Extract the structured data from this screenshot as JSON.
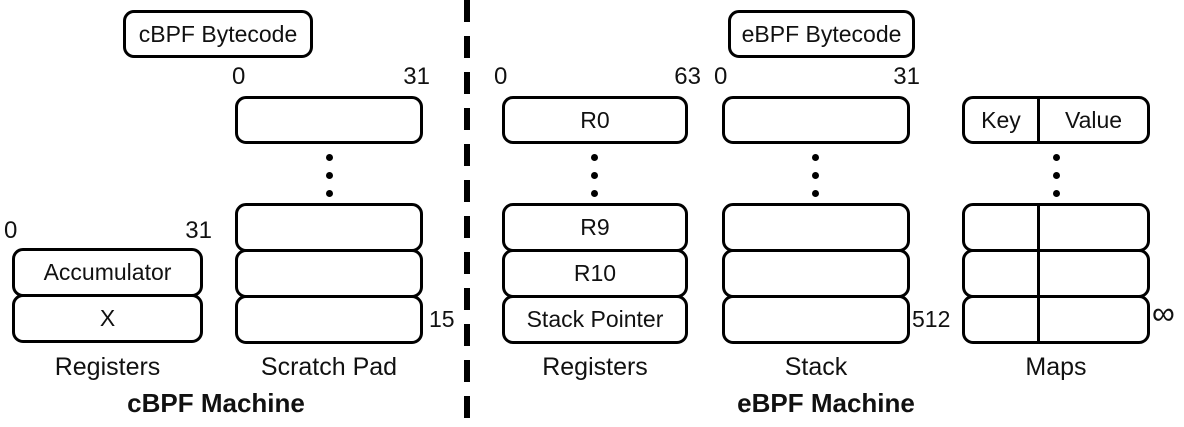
{
  "cbpf": {
    "bytecode_label": "cBPF Bytecode",
    "machine_label": "cBPF Machine",
    "registers": {
      "bit_start": "0",
      "bit_end": "31",
      "rows": [
        "Accumulator",
        "X"
      ],
      "label": "Registers"
    },
    "scratch_pad": {
      "bit_start": "0",
      "bit_end": "31",
      "last_index": "15",
      "label": "Scratch Pad"
    }
  },
  "ebpf": {
    "bytecode_label": "eBPF Bytecode",
    "machine_label": "eBPF Machine",
    "registers": {
      "bit_start": "0",
      "bit_end": "63",
      "first_row": "R0",
      "rows": [
        "R9",
        "R10",
        "Stack Pointer"
      ],
      "label": "Registers"
    },
    "stack": {
      "bit_start": "0",
      "bit_end": "31",
      "size_label": "512",
      "label": "Stack"
    },
    "maps": {
      "key_label": "Key",
      "value_label": "Value",
      "size_label": "∞",
      "label": "Maps"
    }
  }
}
